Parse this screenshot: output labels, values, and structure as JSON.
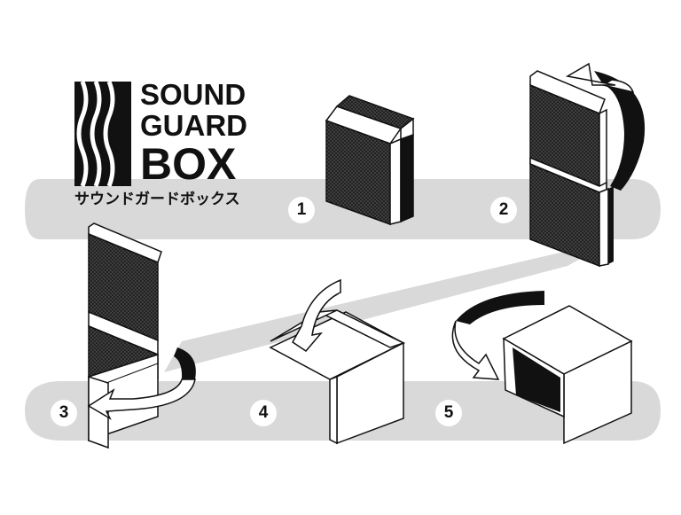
{
  "logo": {
    "line1": "SOUND",
    "line2": "GUARD",
    "line3": "BOX",
    "katakana": "サウンドガードボックス"
  },
  "steps": [
    {
      "number": "1"
    },
    {
      "number": "2"
    },
    {
      "number": "3"
    },
    {
      "number": "4"
    },
    {
      "number": "5"
    }
  ],
  "colors": {
    "band": "#d9d9d9",
    "ink": "#111111",
    "panel_face": "#2e2e2e",
    "background": "#ffffff"
  }
}
